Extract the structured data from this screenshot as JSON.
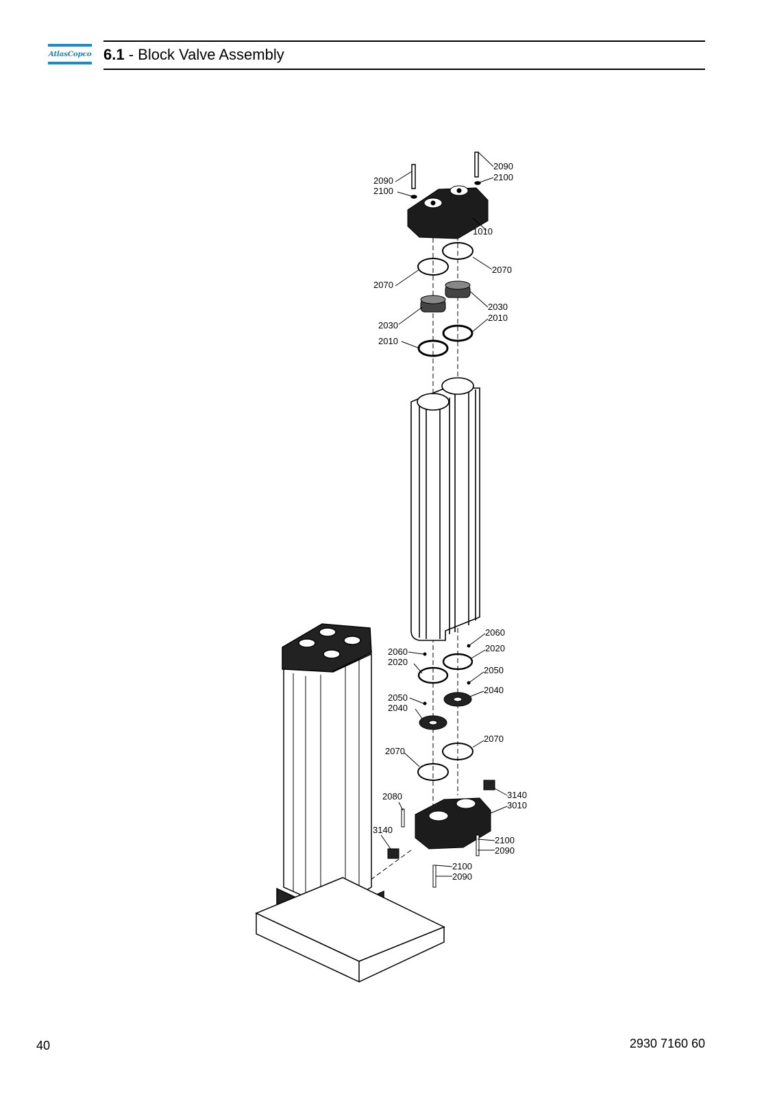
{
  "header": {
    "logo_text": "AtlasCopco",
    "section_number": "6.1",
    "section_separator": " - ",
    "section_title": "Block Valve Assembly"
  },
  "callouts": {
    "c1": "2090",
    "c2": "2100",
    "c3": "2090",
    "c4": "2100",
    "c5": "1010",
    "c6": "2070",
    "c7": "2070",
    "c8": "2030",
    "c9": "2010",
    "c10": "2030",
    "c11": "2010",
    "c12": "2060",
    "c13": "2020",
    "c14": "2060",
    "c15": "2020",
    "c16": "2050",
    "c17": "2040",
    "c18": "2050",
    "c19": "2040",
    "c20": "2070",
    "c21": "2070",
    "c22": "2080",
    "c23": "3140",
    "c24": "3010",
    "c25": "3140",
    "c26": "2100",
    "c27": "2090",
    "c28": "2100",
    "c29": "2090"
  },
  "footer": {
    "page_number": "40",
    "doc_number": "2930 7160 60"
  }
}
